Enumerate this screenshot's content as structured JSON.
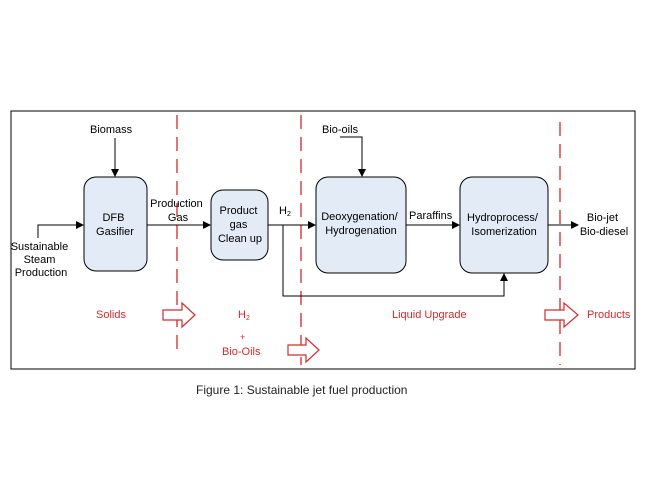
{
  "diagram": {
    "boxes": {
      "dfb": [
        "DFB",
        "Gasifier"
      ],
      "product_gas": [
        "Product",
        "gas",
        "Clean up"
      ],
      "deoxy": [
        "Deoxygenation/",
        "Hydrogenation"
      ],
      "hydroprocess": [
        "Hydroprocess/",
        "Isomerization"
      ]
    },
    "labels": {
      "biomass": "Biomass",
      "steam": [
        "Sustainable",
        "Steam",
        "Production"
      ],
      "production_gas": [
        "Production",
        "Gas"
      ],
      "h2_main": "H",
      "h2_sub": "2",
      "bio_oils": "Bio-oils",
      "paraffins": "Paraffins",
      "outputs": [
        "Bio-jet",
        "Bio-diesel"
      ]
    },
    "stages": {
      "solids": "Solids",
      "h2_main": "H",
      "h2_sub": "2",
      "plus": "+",
      "bio_oils": "Bio-Oils",
      "liquid_upgrade": "Liquid Upgrade",
      "products": "Products"
    },
    "colors": {
      "box_fill": "#e3ebf7",
      "stage_red": "#d42a2a"
    }
  },
  "caption": "Figure 1:  Sustainable jet fuel production"
}
